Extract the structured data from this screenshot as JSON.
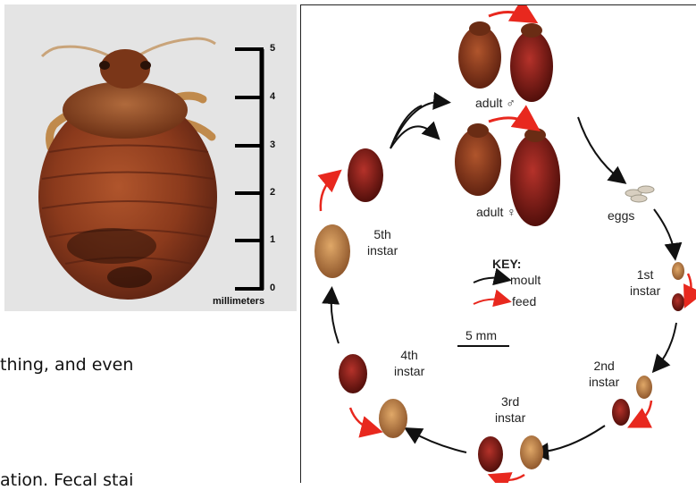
{
  "photo": {
    "ruler_ticks": [
      "5",
      "4",
      "3",
      "2",
      "1",
      "0"
    ],
    "ruler_unit": "millimeters"
  },
  "slide_text": {
    "line1": "thing, and even",
    "line2": "ation. Fecal stai"
  },
  "life_cycle": {
    "adult_male": "adult ♂",
    "adult_female": "adult ♀",
    "eggs": "eggs",
    "instar_1": [
      "1st",
      "instar"
    ],
    "instar_2": [
      "2nd",
      "instar"
    ],
    "instar_3": [
      "3rd",
      "instar"
    ],
    "instar_4": [
      "4th",
      "instar"
    ],
    "instar_5": [
      "5th",
      "instar"
    ],
    "key": {
      "title": "KEY:",
      "moult": "moult",
      "feed": "feed"
    },
    "scale_bar": "5 mm"
  },
  "colors": {
    "moult_arrow": "#111111",
    "feed_arrow": "#e8281e",
    "bug_body": "#8b3a1c",
    "bug_dark": "#5a1e0e",
    "photo_bg": "#e6e6e6"
  }
}
